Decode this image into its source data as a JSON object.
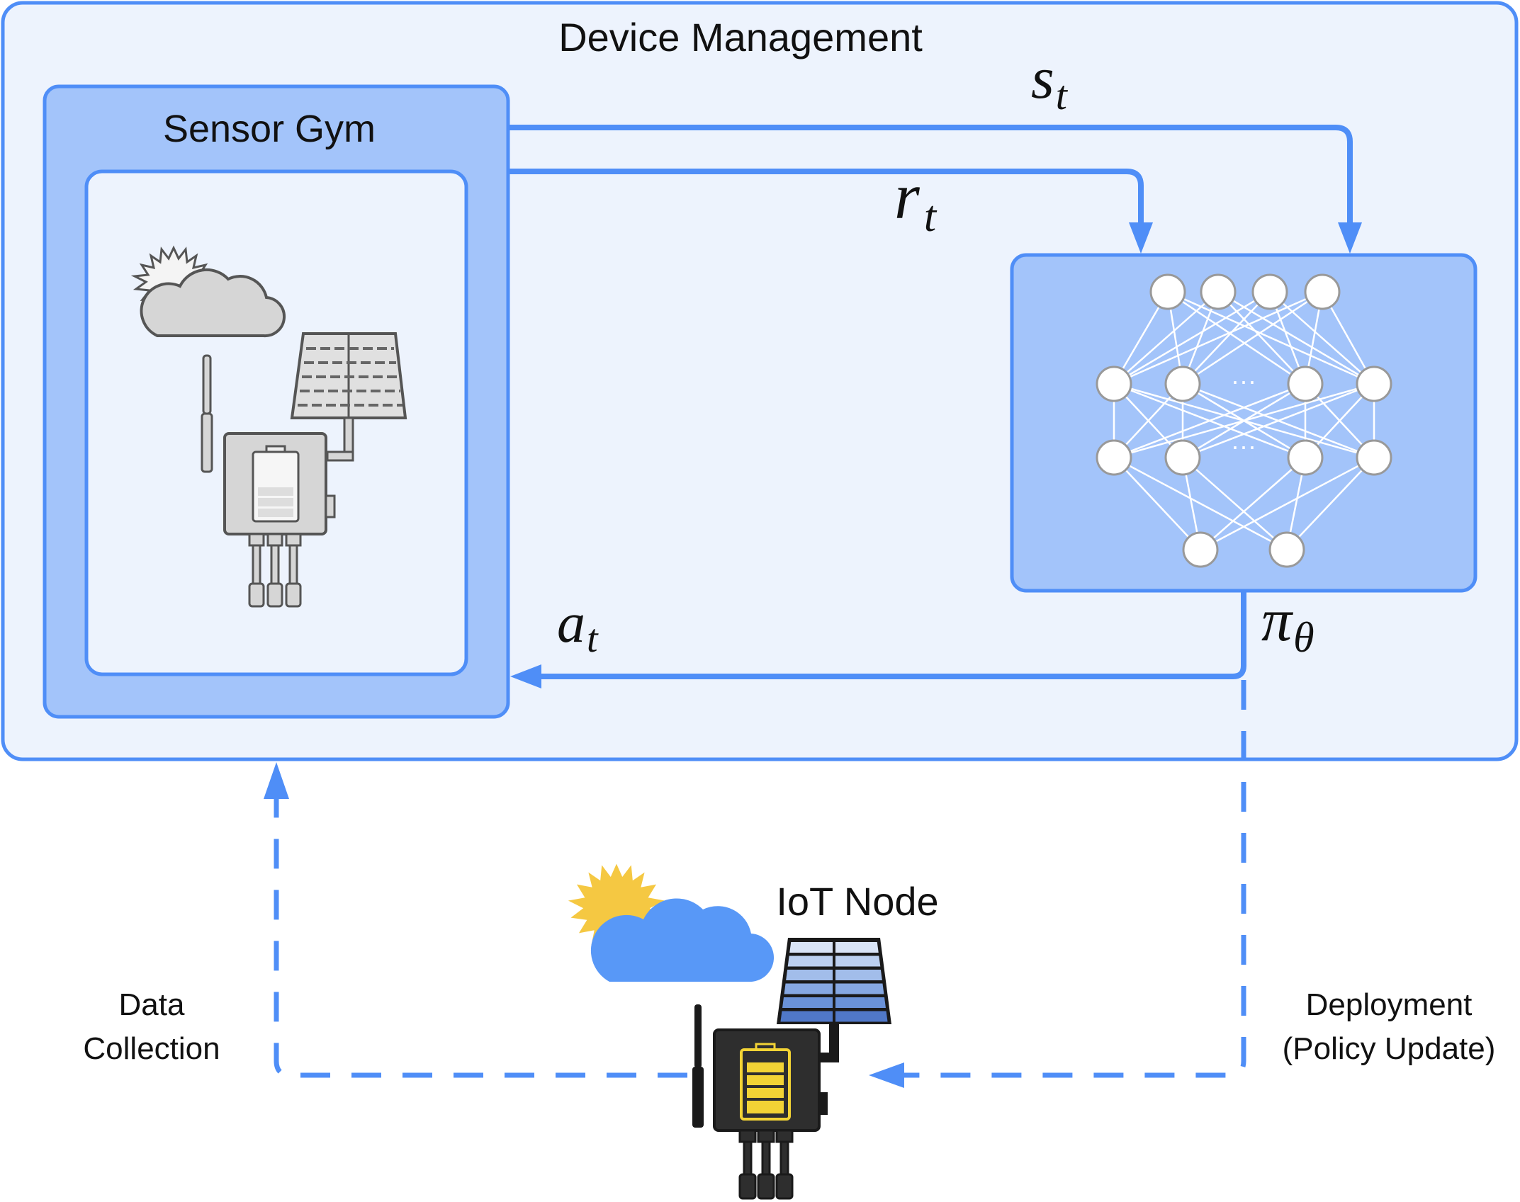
{
  "title": "Device Management",
  "sensor_gym": {
    "label": "Sensor Gym"
  },
  "signals": {
    "state": {
      "symbol": "s",
      "subscript": "t"
    },
    "reward": {
      "symbol": "r",
      "subscript": "t"
    },
    "action": {
      "symbol": "a",
      "subscript": "t"
    },
    "policy": {
      "symbol": "π",
      "subscript": "θ"
    }
  },
  "policy_network": {
    "ellipsis_1": "···",
    "ellipsis_2": "···"
  },
  "iot_node": {
    "label": "IoT Node"
  },
  "flows": {
    "data_collection": {
      "line1": "Data",
      "line2": "Collection"
    },
    "deployment": {
      "line1": "Deployment",
      "line2": "(Policy Update)"
    }
  },
  "colors": {
    "accent": "#4f8ef7",
    "outer_fill": "#edf3fd",
    "inner_fill": "#a3c4fa",
    "battery_yellow": "#f2d335",
    "cloud_blue": "#5898f7",
    "sun_yellow": "#f5c842"
  }
}
